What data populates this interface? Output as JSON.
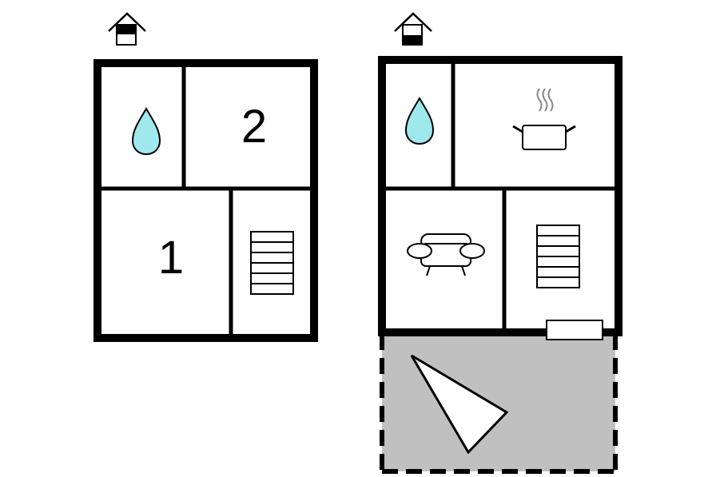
{
  "colors": {
    "wall": "#000000",
    "water": "#9fe8ee",
    "terrace": "#c0c0c0",
    "background": "#ffffff"
  },
  "floors": [
    {
      "id": "upper-floor",
      "indicator_icon": "house-upper-floor-icon",
      "rooms": [
        {
          "id": "bathroom",
          "icon": "water-drop-icon"
        },
        {
          "id": "bedroom-2",
          "label": "2"
        },
        {
          "id": "bedroom-1",
          "label": "1"
        },
        {
          "id": "stairs",
          "icon": "stairs-icon"
        }
      ]
    },
    {
      "id": "ground-floor",
      "indicator_icon": "house-ground-floor-icon",
      "rooms": [
        {
          "id": "bathroom",
          "icon": "water-drop-icon"
        },
        {
          "id": "kitchen",
          "icon": "cooking-pot-icon"
        },
        {
          "id": "living-room",
          "icon": "sofa-icon"
        },
        {
          "id": "stairs",
          "icon": "stairs-icon"
        }
      ],
      "outdoor": {
        "id": "terrace",
        "icon": "sun-umbrella-icon"
      }
    }
  ]
}
